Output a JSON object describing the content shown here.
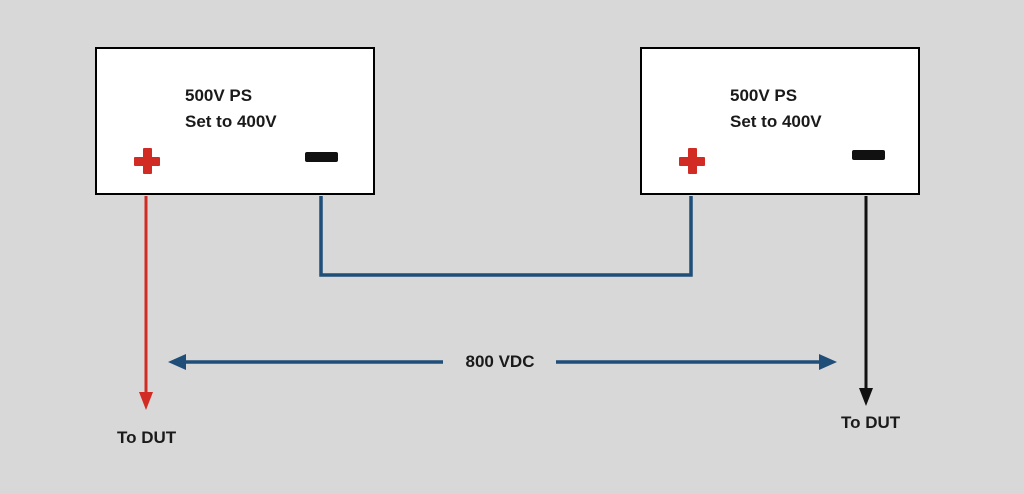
{
  "diagram": {
    "background_color": "#d8d8d8",
    "colors": {
      "box_fill": "#ffffff",
      "box_border": "#000000",
      "positive_terminal_red": "#d12b24",
      "wire_blue": "#1f4e79",
      "arrow_black": "#111111",
      "text_black": "#1a1a1a"
    },
    "left_power_supply": {
      "label_line1": "500V PS",
      "label_line2": "Set to 400V",
      "output_arrow_label": "To DUT"
    },
    "right_power_supply": {
      "label_line1": "500V PS",
      "label_line2": "Set to 400V",
      "output_arrow_label": "To DUT"
    },
    "bus_label": "800 VDC"
  }
}
